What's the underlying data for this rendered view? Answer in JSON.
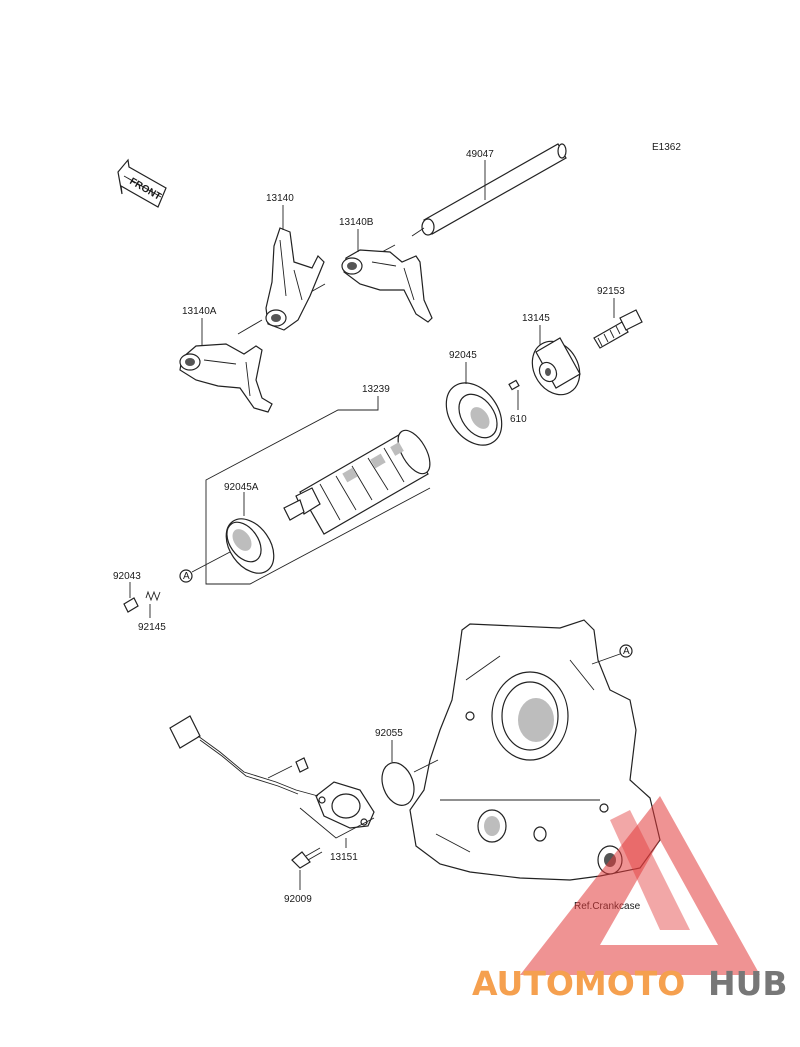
{
  "diagram_code": "E1362",
  "front_label": "FRONT",
  "callout_letter": "A",
  "parts": [
    {
      "id": "p49047",
      "number": "49047"
    },
    {
      "id": "p13140",
      "number": "13140"
    },
    {
      "id": "p13140B",
      "number": "13140B"
    },
    {
      "id": "p13140A",
      "number": "13140A"
    },
    {
      "id": "p92153",
      "number": "92153"
    },
    {
      "id": "p13145",
      "number": "13145"
    },
    {
      "id": "p92045",
      "number": "92045"
    },
    {
      "id": "p610",
      "number": "610"
    },
    {
      "id": "p13239",
      "number": "13239"
    },
    {
      "id": "p92045A",
      "number": "92045A"
    },
    {
      "id": "p92043",
      "number": "92043"
    },
    {
      "id": "p92145",
      "number": "92145"
    },
    {
      "id": "p92055",
      "number": "92055"
    },
    {
      "id": "p13151",
      "number": "13151"
    },
    {
      "id": "p92009",
      "number": "92009"
    }
  ],
  "ref_note": "Ref.Crankcase",
  "watermark": {
    "part1": "AUTOMOTO",
    "part2": "HUB",
    "color1": "#f5a04f",
    "color2": "#777777",
    "triangle_color": "#e23b3b"
  }
}
